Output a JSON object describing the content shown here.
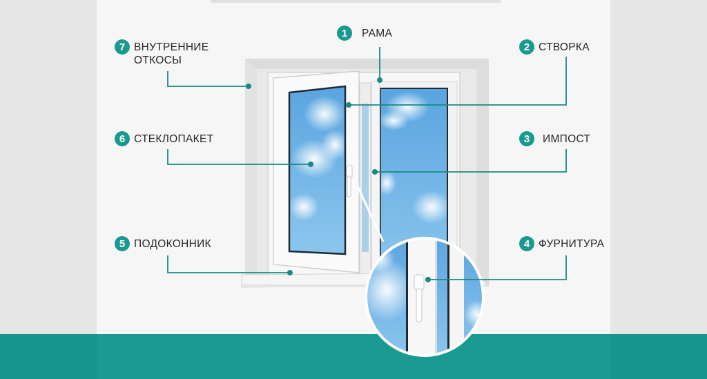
{
  "labels": {
    "frame": {
      "number": "1",
      "text": "РАМА"
    },
    "sash": {
      "number": "2",
      "text": "СТВОРКА"
    },
    "mullion": {
      "number": "3",
      "text": "ИМПОСТ"
    },
    "hardware": {
      "number": "4",
      "text": "ФУРНИТУРА"
    },
    "sill": {
      "number": "5",
      "text": "ПОДОКОННИК"
    },
    "glazing": {
      "number": "6",
      "text": "СТЕКЛОПАКЕТ"
    },
    "reveals": {
      "number": "7",
      "text": "ВНУТРЕННИЕ\nОТКОСЫ"
    }
  },
  "colors": {
    "accent": "#1a9a8f",
    "band": "#15958b",
    "sky": "#6fb3e6",
    "frame": "#f4f4f4"
  },
  "icons": [
    "window-illustration",
    "zoom-circle",
    "handle-icon"
  ]
}
